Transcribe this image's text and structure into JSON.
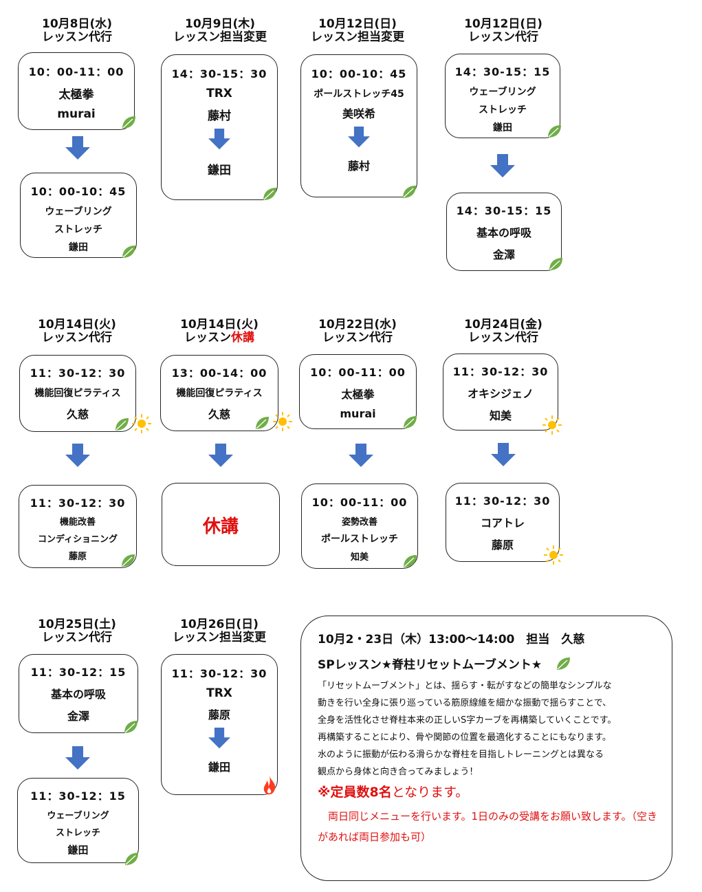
{
  "cards": [
    {
      "date": "10月8日(水)",
      "label": "レッスン代行",
      "label_red": "",
      "before": {
        "time": "10：00-11：00",
        "lines": [
          "太極拳",
          "murai"
        ]
      },
      "after": {
        "time": "10：00-10：45",
        "lines": [
          "ウェーブリング",
          "ストレッチ",
          "鎌田"
        ]
      }
    },
    {
      "date": "10月9日(木)",
      "label": "レッスン担当変更",
      "label_red": "",
      "change": {
        "time": "14：30-15：30",
        "class": "TRX",
        "from": "藤村",
        "to": "鎌田"
      }
    },
    {
      "date": "10月12日(日)",
      "label": "レッスン担当変更",
      "label_red": "",
      "change": {
        "time": "10：00-10：45",
        "class": "ポールストレッチ45",
        "from": "美咲希",
        "to": "藤村"
      }
    },
    {
      "date": "10月12日(日)",
      "label": "レッスン代行",
      "label_red": "",
      "before": {
        "time": "14：30-15：15",
        "lines": [
          "ウェーブリング",
          "ストレッチ",
          "鎌田"
        ]
      },
      "after": {
        "time": "14：30-15：15",
        "lines": [
          "基本の呼吸",
          "金澤"
        ]
      }
    },
    {
      "date": "10月14日(火)",
      "label": "レッスン代行",
      "label_red": "",
      "before": {
        "time": "11：30-12：30",
        "lines": [
          "機能回復ピラティス",
          "久慈"
        ]
      },
      "after": {
        "time": "11：30-12：30",
        "lines": [
          "機能改善",
          "コンディショニング",
          "藤原"
        ]
      }
    },
    {
      "date": "10月14日(火)",
      "label": "レッスン",
      "label_red": "休講",
      "before": {
        "time": "13：00-14：00",
        "lines": [
          "機能回復ピラティス",
          "久慈"
        ]
      },
      "after": {
        "cancel": "休講"
      }
    },
    {
      "date": "10月22日(水)",
      "label": "レッスン代行",
      "label_red": "",
      "before": {
        "time": "10：00-11：00",
        "lines": [
          "太極拳",
          "murai"
        ]
      },
      "after": {
        "time": "10：00-11：00",
        "lines": [
          "姿勢改善",
          "ポールストレッチ",
          "知美"
        ]
      }
    },
    {
      "date": "10月24日(金)",
      "label": "レッスン代行",
      "label_red": "",
      "before": {
        "time": "11：30-12：30",
        "lines": [
          "オキシジェノ",
          "知美"
        ]
      },
      "after": {
        "time": "11：30-12：30",
        "lines": [
          "コアトレ",
          "藤原"
        ]
      }
    },
    {
      "date": "10月25日(土)",
      "label": "レッスン代行",
      "label_red": "",
      "before": {
        "time": "11：30-12：15",
        "lines": [
          "基本の呼吸",
          "金澤"
        ]
      },
      "after": {
        "time": "11：30-12：15",
        "lines": [
          "ウェーブリング",
          "ストレッチ",
          "鎌田"
        ]
      }
    },
    {
      "date": "10月26日(日)",
      "label": "レッスン担当変更",
      "label_red": "",
      "change": {
        "time": "11：30-12：30",
        "class": "TRX",
        "from": "藤原",
        "to": "鎌田"
      }
    }
  ],
  "info": {
    "heading": "10月2・23日（木）13:00～14:00　担当　久慈",
    "subheading": "SPレッスン★脊柱リセットムーブメント★",
    "body": [
      "「リセットムーブメント」とは、揺らす・転がすなどの簡単なシンプルな",
      "動きを行い全身に張り巡っている筋原線維を細かな振動で揺らすことで、",
      "全身を活性化させ脊柱本来の正しいS字カーブを再構築していくことです。",
      "再構築することにより、骨や関節の位置を最適化することにもなります。",
      "水のように振動が伝わる滑らかな脊柱を目指しトレーニングとは異なる",
      "観点から身体と向き合ってみましょう！"
    ],
    "capacity_bold": "※定員数8名",
    "capacity_rest": "となります。",
    "note": "　両日同じメニューを行います。1日のみの受講をお願い致します。（空きがあれば両日参加も可）"
  },
  "colors": {
    "arrow": "#4472c4",
    "leaf": "#70ad47",
    "sun": "#ffc000",
    "red": "#e01010",
    "fire": "#ff3b1f"
  }
}
